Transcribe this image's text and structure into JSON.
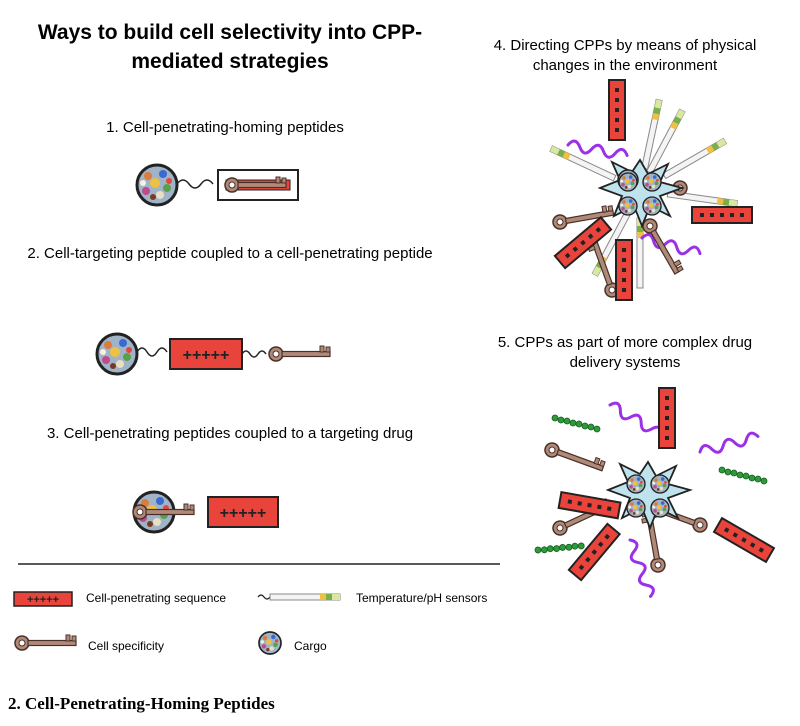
{
  "title": "Ways to build cell selectivity into CPP-mediated strategies",
  "sections": [
    {
      "number": "1.",
      "label": "Cell-penetrating-homing peptides"
    },
    {
      "number": "2.",
      "label": "Cell-targeting peptide coupled to a cell-penetrating peptide"
    },
    {
      "number": "3.",
      "label": "Cell-penetrating peptides coupled to a targeting drug"
    },
    {
      "number": "4.",
      "label": "Directing CPPs by means of physical changes in the environment"
    },
    {
      "number": "5.",
      "label": "CPPs as part of more complex drug delivery systems"
    }
  ],
  "cpp_sequence_text": "+++++",
  "legend": {
    "cpp_sequence": "Cell-penetrating sequence",
    "sensors": "Temperature/pH sensors",
    "cell_specificity": "Cell specificity",
    "cargo": "Cargo"
  },
  "footer_heading": "2. Cell-Penetrating-Homing Peptides",
  "colors": {
    "cpp_red": "#e8443c",
    "star_fill": "#bfe3ec",
    "key_fill": "#b08a78",
    "helix_purple": "#9b30e8",
    "bead_green": "#2e9b3b"
  }
}
